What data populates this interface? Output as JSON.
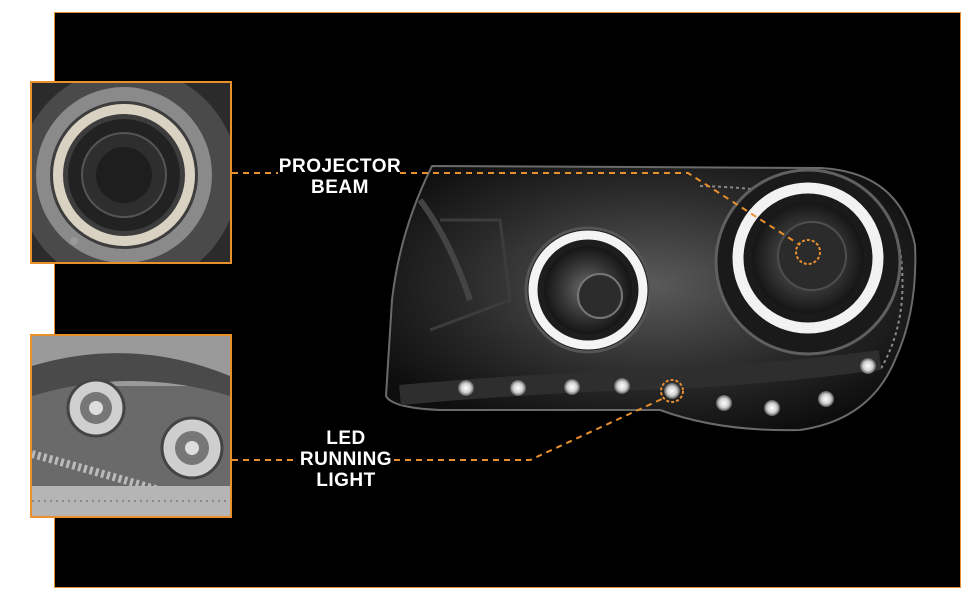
{
  "labels": {
    "projector": [
      "PROJECTOR",
      "BEAM"
    ],
    "led": [
      "LED",
      "RUNNING",
      "LIGHT"
    ]
  },
  "colors": {
    "accent": "#e8902e",
    "background": "#000000",
    "label_text": "#ffffff"
  },
  "images": {
    "main": "headlight-assembly",
    "inset_top": "projector-beam-closeup",
    "inset_bottom": "led-running-light-closeup"
  }
}
